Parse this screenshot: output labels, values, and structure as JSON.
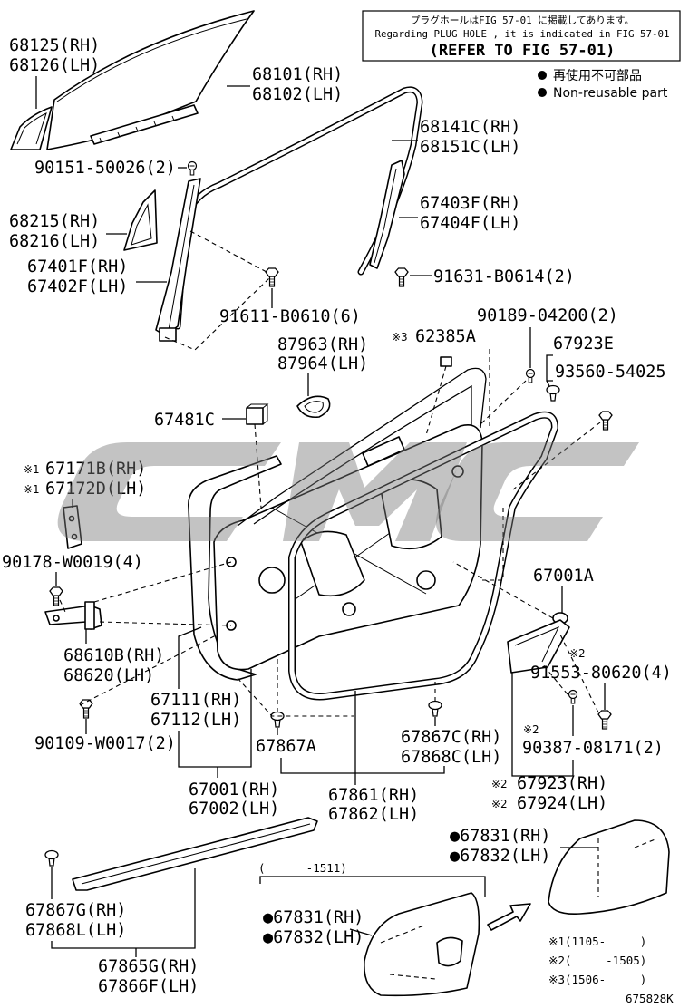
{
  "notice": {
    "jp": "プラグホールはFIG 57-01 に掲載してあります。",
    "en": "Regarding PLUG HOLE , it is indicated in FIG 57-01",
    "refer": "(REFER TO FIG 57-01)"
  },
  "legend": {
    "jp": "再使用不可部品",
    "en": "Non-reusable part"
  },
  "labels": {
    "glass_quarter": [
      "68125(RH)",
      "68126(LH)"
    ],
    "glass_main": [
      "68101(RH)",
      "68102(LH)"
    ],
    "run_channel": [
      "68141C(RH)",
      "68151C(LH)"
    ],
    "screw_90151": "90151-50026(2)",
    "rear_channel": [
      "67403F(RH)",
      "67404F(LH)"
    ],
    "glass_front": [
      "68215(RH)",
      "68216(LH)"
    ],
    "front_channel": [
      "67401F(RH)",
      "67402F(LH)"
    ],
    "bolt_91631": "91631-B0614(2)",
    "bolt_91611": "91611-B0610(6)",
    "screw_90189": "90189-04200(2)",
    "plug_62385": {
      "mark": "※3",
      "part": "62385A"
    },
    "cover_87963": [
      "87963(RH)",
      "87964(LH)"
    ],
    "part_67923E": "67923E",
    "clip_93560": "93560-54025",
    "seal_67481C": "67481C",
    "plate_67171": {
      "mark": "※1",
      "rh": "67171B(RH)",
      "lh": "67172D(LH)"
    },
    "bolt_90178": "90178-W0019(4)",
    "plug_67001A": "67001A",
    "screw_91553": {
      "mark": "※2",
      "part": "91553-80620(4)"
    },
    "hinge": [
      "68610B(RH)",
      "68620(LH)"
    ],
    "outer_panel": [
      "67111(RH)",
      "67112(LH)"
    ],
    "bolt_90109": "90109-W0017(2)",
    "clip_67867A": "67867A",
    "clip_67867C": [
      "67867C(RH)",
      "67868C(LH)"
    ],
    "screw_90387": {
      "mark": "※2",
      "part": "90387-08171(2)"
    },
    "door_assy": [
      "67001(RH)",
      "67002(LH)"
    ],
    "weatherstrip": [
      "67861(RH)",
      "67862(LH)"
    ],
    "trim_67923": {
      "mark": "※2",
      "rh": "67923(RH)",
      "lh": "67924(LH)"
    },
    "cover_right": [
      "●67831(RH)",
      "●67832(LH)"
    ],
    "range_1511": "(      -1511)",
    "clip_67867G": [
      "67867G(RH)",
      "67868L(LH)"
    ],
    "cover_center": [
      "●67831(RH)",
      "●67832(LH)"
    ],
    "belt_moulding": [
      "67865G(RH)",
      "67866F(LH)"
    ]
  },
  "footnotes": [
    "※1(1105-     )",
    "※2(     -1505)",
    "※3(1506-     )"
  ],
  "figure_code": "675828K"
}
